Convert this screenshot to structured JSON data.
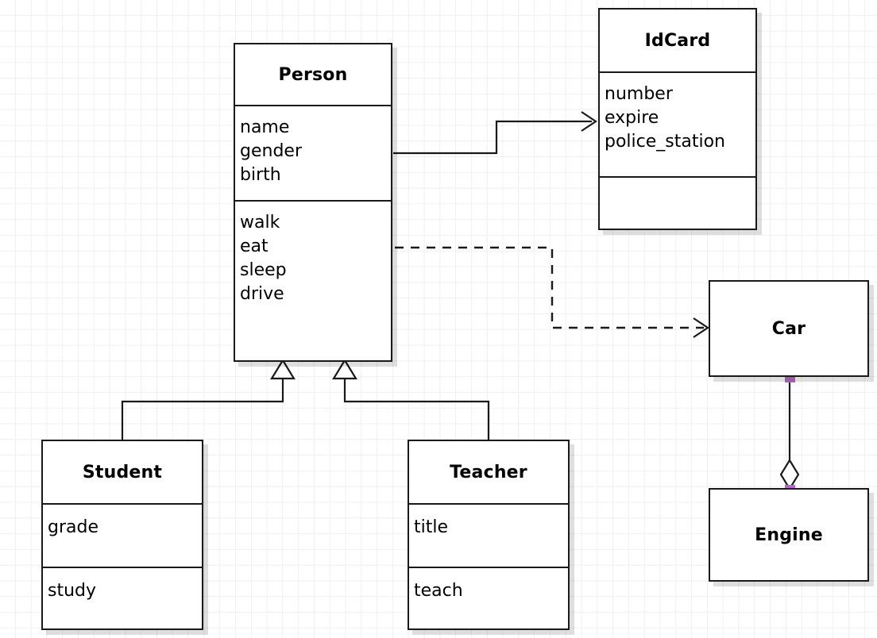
{
  "diagram": {
    "type": "uml-class-diagram",
    "title": "Person class hierarchy UML diagram",
    "grid_visible": true,
    "background_color": "#ffffff",
    "grid_color": "#f0f0f0",
    "line_color": "#1a1a1a",
    "box_fill": "#ffffff",
    "handle_color": "#b06cc0"
  },
  "classes": {
    "person": {
      "name": "Person",
      "attributes": [
        "name",
        "gender",
        "birth"
      ],
      "methods": [
        "walk",
        "eat",
        "sleep",
        "drive"
      ]
    },
    "idcard": {
      "name": "IdCard",
      "attributes": [
        "number",
        "expire",
        "police_station"
      ],
      "methods": []
    },
    "student": {
      "name": "Student",
      "attributes": [
        "grade"
      ],
      "methods": [
        "study"
      ]
    },
    "teacher": {
      "name": "Teacher",
      "attributes": [
        "title"
      ],
      "methods": [
        "teach"
      ]
    },
    "car": {
      "name": "Car",
      "attributes": [],
      "methods": []
    },
    "engine": {
      "name": "Engine",
      "attributes": [],
      "methods": []
    }
  },
  "relationships": [
    {
      "id": "person-idcard",
      "kind": "association",
      "line": "solid",
      "arrowhead": "open",
      "from": "Person",
      "to": "IdCard"
    },
    {
      "id": "person-car",
      "kind": "dependency",
      "line": "dashed",
      "arrowhead": "open",
      "from": "Person",
      "to": "Car"
    },
    {
      "id": "student-person",
      "kind": "generalization",
      "line": "solid",
      "arrowhead": "hollow-triangle",
      "from": "Student",
      "to": "Person"
    },
    {
      "id": "teacher-person",
      "kind": "generalization",
      "line": "solid",
      "arrowhead": "hollow-triangle",
      "from": "Teacher",
      "to": "Person"
    },
    {
      "id": "car-engine",
      "kind": "aggregation",
      "line": "solid",
      "arrowhead": "hollow-diamond",
      "from": "Car",
      "to": "Engine"
    }
  ]
}
